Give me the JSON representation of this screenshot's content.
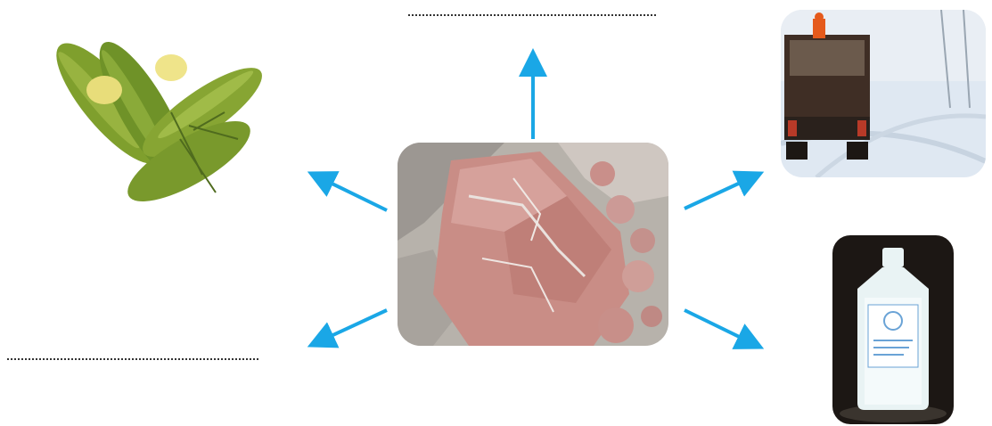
{
  "diagram": {
    "center": {
      "icon": "rock-salt-image",
      "desc": ""
    },
    "items": [
      {
        "id": "pickles",
        "icon": "pickled-cucumbers-image"
      },
      {
        "id": "road-salting",
        "icon": "salt-truck-snowy-road-image"
      },
      {
        "id": "saline",
        "icon": "saline-iv-bottle-image"
      }
    ],
    "blanks": [
      {
        "id": "top-blank",
        "text": ""
      },
      {
        "id": "left-blank",
        "text": ""
      }
    ],
    "colors": {
      "arrow": "#1aa7e6",
      "rock": "#c98d86",
      "pickle": "#7f9f2d",
      "snow": "#dfe8f2",
      "truck": "#3f2e25",
      "bottle_bg": "#1c1714",
      "bottle_glass": "#e9f3f4",
      "label_blue": "#6aa3d6"
    }
  }
}
